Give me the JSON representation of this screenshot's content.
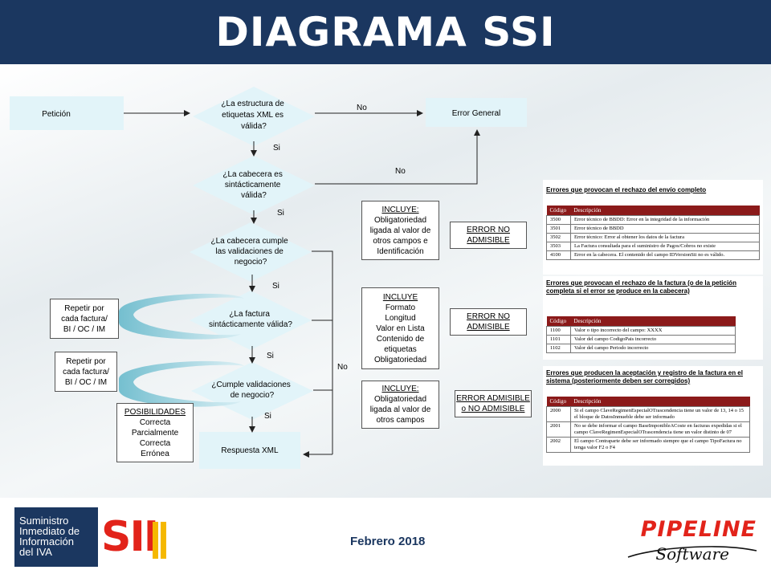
{
  "title": "DIAGRAMA SSI",
  "flow": {
    "peticion": "Petición",
    "d1": [
      "¿La estructura de",
      "etiquetas  XML es",
      "válida?"
    ],
    "d2": [
      "¿La cabecera es",
      "sintácticamente",
      "válida?"
    ],
    "d3": [
      "¿La cabecera cumple",
      "las validaciones de",
      "negocio?"
    ],
    "d4": [
      "¿La factura",
      "sintácticamente válida?"
    ],
    "d5": [
      "¿Cumple validaciones",
      "de negocio?"
    ],
    "error_general": "Error General",
    "respuesta": "Respuesta XML",
    "yes": "Si",
    "no": "No",
    "repeat1": [
      "Repetir por",
      "cada factura/",
      "BI / OC / IM"
    ],
    "repeat2": [
      "Repetir por",
      "cada factura/",
      "BI / OC / IM"
    ],
    "posibilidades": {
      "title": "POSIBILIDADES",
      "items": [
        "Correcta",
        "Parcialmente",
        "Correcta",
        "Errónea"
      ]
    },
    "incluye1": {
      "title": "INCLUYE:",
      "items": [
        "Obligatoriedad",
        "ligada al valor de",
        "otros campos e",
        "Identificación"
      ]
    },
    "incluye2": {
      "title": "INCLUYE",
      "items": [
        "Formato",
        "Longitud",
        "Valor en Lista",
        "Contenido de",
        "etiquetas",
        "Obligatoriedad"
      ]
    },
    "incluye3": {
      "title": "INCLUYE:",
      "items": [
        "Obligatoriedad",
        "ligada al valor de",
        "otros campos"
      ]
    },
    "err1": [
      "ERROR  NO",
      "ADMISIBLE"
    ],
    "err2": [
      "ERROR NO",
      "ADMISIBLE"
    ],
    "err3": [
      "ERROR ADMISIBLE",
      "o  NO ADMISIBLE"
    ]
  },
  "tables": {
    "t1": {
      "title": "Errores que provocan el rechazo del envío completo",
      "headers": [
        "Código",
        "Descripción"
      ],
      "rows": [
        [
          "3500",
          "Error técnico de BBDD: Error en la integridad de la información"
        ],
        [
          "3501",
          "Error técnico de BBDD"
        ],
        [
          "3502",
          "Error técnico: Error al obtener los datos de la factura"
        ],
        [
          "3503",
          "La Factura consultada para el suministro de Pagos/Cobros no existe"
        ],
        [
          "4100",
          "Error en la cabecera. El contenido del campo IDVersionSii no es válido."
        ]
      ]
    },
    "t2": {
      "title": "Errores que provocan el rechazo de la factura (o de la petición completa si el error se produce en la cabecera)",
      "headers": [
        "Código",
        "Descripción"
      ],
      "rows": [
        [
          "1100",
          "Valor o tipo incorrecto del campo: XXXX"
        ],
        [
          "1101",
          "Valor del campo CodigoPais incorrecto"
        ],
        [
          "1102",
          "Valor del campo Periodo incorrecto"
        ]
      ]
    },
    "t3": {
      "title": "Errores que producen la aceptación y registro de la factura en el sistema (posteriormente deben ser corregidos)",
      "headers": [
        "Código",
        "Descripción"
      ],
      "rows": [
        [
          "2000",
          "Si el campo ClaveRegimenEspecialOTrascendencia tiene un valor de 13, 14 o 15 el bloque de DatosInmueble debe ser informado"
        ],
        [
          "2001",
          "No se debe informar el campo BaseImponibleACoste en facturas expedidas si el campo ClaveRegimenEspecialOTrascendencia tiene un valor distinto de 07"
        ],
        [
          "2002",
          "El campo Contraparte debe ser informado siempre que el campo TipoFactura no tenga valor F2 o F4"
        ]
      ]
    }
  },
  "footer": {
    "sii_text": [
      "Suministro",
      "Inmediato de",
      "Información",
      "del IVA"
    ],
    "sii_mark": "SII",
    "date": "Febrero 2018",
    "pipeline": "PIPELINE",
    "software": "Software"
  },
  "colors": {
    "header": "#1b3760",
    "diamond": "#e2f4f9",
    "table_header": "#8b1a1a",
    "sii_red": "#e2231a",
    "sii_yellow": "#f5b800"
  }
}
